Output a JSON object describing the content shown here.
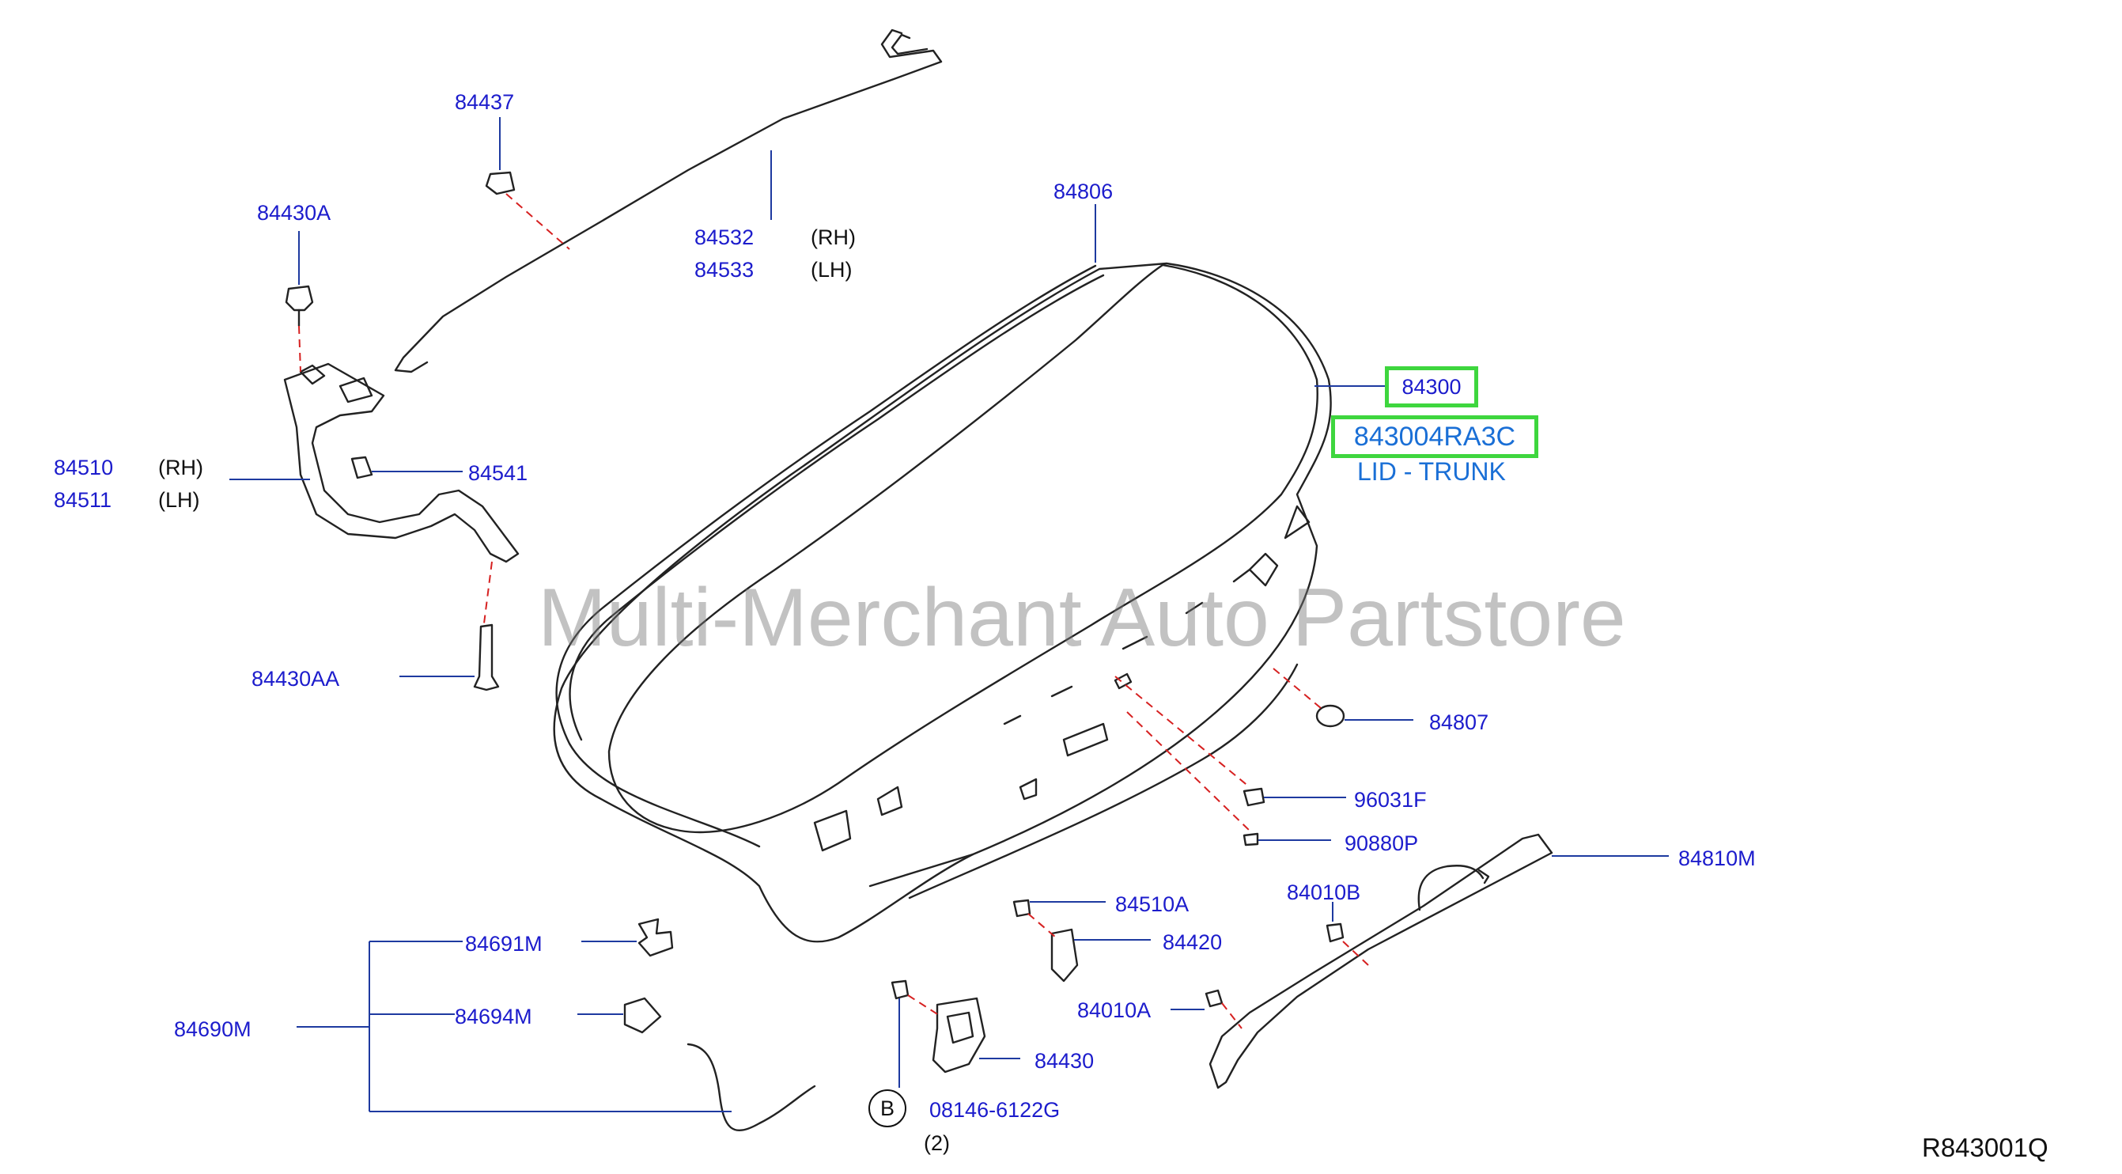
{
  "parts": {
    "p84437": "84437",
    "p84430A": "84430A",
    "p84532": "84532",
    "p84532_side": "(RH)",
    "p84533": "84533",
    "p84533_side": "(LH)",
    "p84806": "84806",
    "p84300": "84300",
    "p84510": "84510",
    "p84510_side": "(RH)",
    "p84511": "84511",
    "p84511_side": "(LH)",
    "p84541": "84541",
    "p84430AA": "84430AA",
    "p84807": "84807",
    "p96031F": "96031F",
    "p90880P": "90880P",
    "p84810M": "84810M",
    "p84010B": "84010B",
    "p84510A": "84510A",
    "p84420": "84420",
    "p84691M": "84691M",
    "p84694M": "84694M",
    "p84690M": "84690M",
    "p84010A": "84010A",
    "p84430": "84430",
    "p08146": "08146-6122G",
    "p08146_qty": "(2)"
  },
  "highlight": {
    "oem_number": "843004RA3C",
    "description": "LID - TRUNK"
  },
  "callout": {
    "letter": "B"
  },
  "watermark": "Multi-Merchant Auto Partstore",
  "drawing_ref": "R843001Q",
  "colors": {
    "part_number": "#1c1ccc",
    "highlight_border": "#3ed63e",
    "highlight_text": "#1a6fd6",
    "leader_red": "#d62020"
  }
}
